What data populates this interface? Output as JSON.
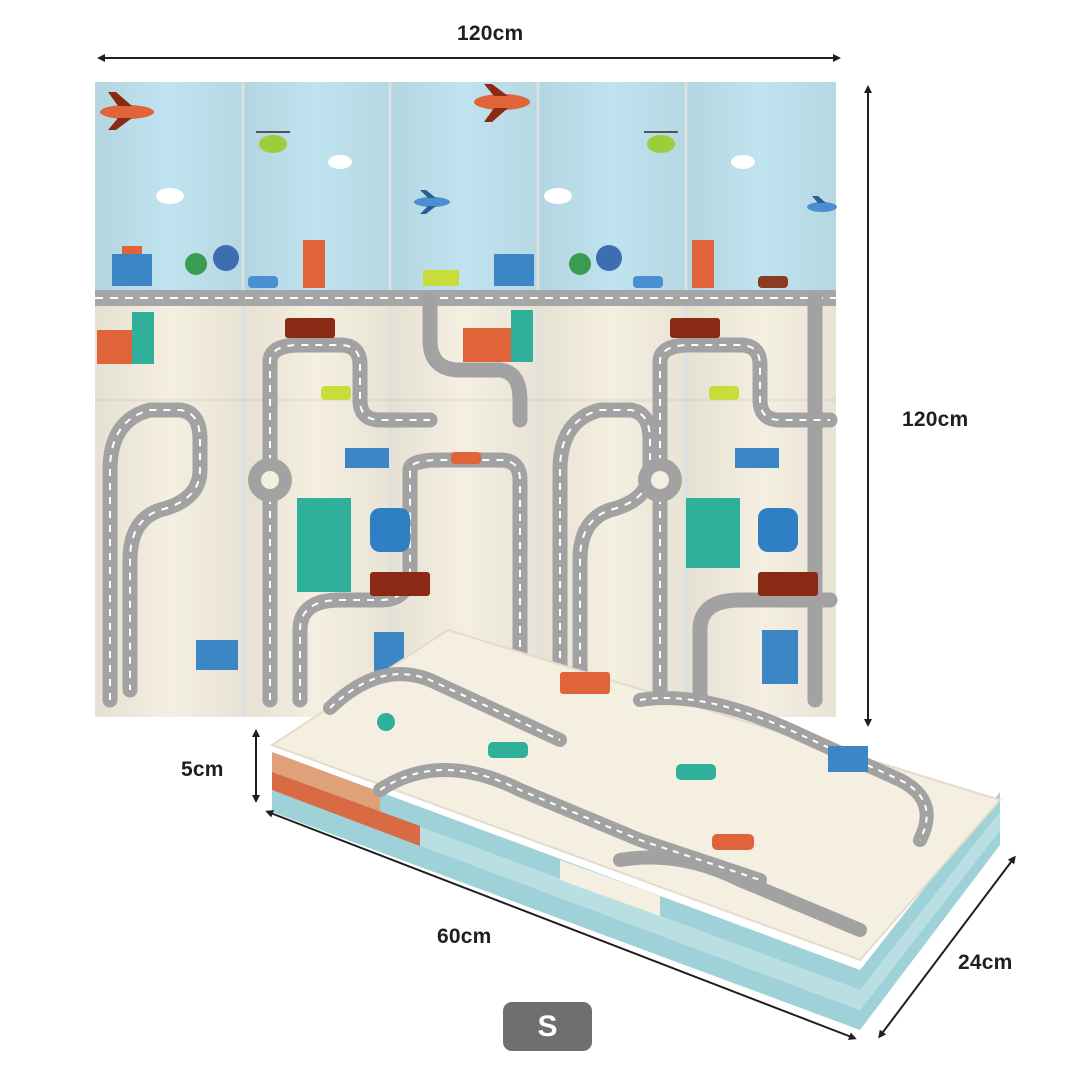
{
  "dimensions": {
    "top_width": "120cm",
    "right_height": "120cm",
    "thickness": "5cm",
    "folded_length": "60cm",
    "folded_width": "24cm"
  },
  "size_badge": {
    "label": "S"
  },
  "colors": {
    "sky": "#bfe3ef",
    "mat_cream": "#f4efe0",
    "road_gray": "#9a9a9a",
    "edge_teal": "#9fd2d8",
    "badge_gray": "#6f6f6f",
    "arrow": "#1f1f1f"
  },
  "icons": [
    "airplane-icon",
    "helicopter-icon",
    "cloud-icon",
    "car-icon",
    "bus-icon",
    "tree-icon",
    "building-icon"
  ]
}
